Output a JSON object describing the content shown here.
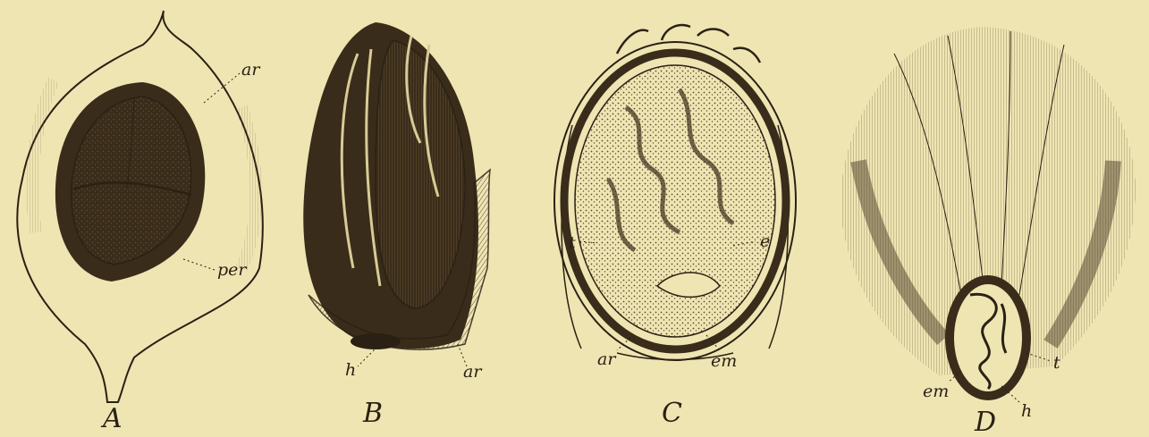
{
  "figures": [
    {
      "id": "A",
      "panel_letter": "A",
      "labels": {
        "ar": "ar",
        "per": "per"
      }
    },
    {
      "id": "B",
      "panel_letter": "B",
      "labels": {
        "h": "h",
        "ar": "ar"
      }
    },
    {
      "id": "C",
      "panel_letter": "C",
      "labels": {
        "t": "t",
        "e": "e",
        "ar": "ar",
        "em": "em"
      }
    },
    {
      "id": "D",
      "panel_letter": "D",
      "labels": {
        "em": "em",
        "h": "h",
        "t": "t"
      }
    }
  ],
  "colors": {
    "paper": "#efe5b3",
    "ink": "#2a2114",
    "shadow": "#3a2c1a",
    "midtone": "#8c7a55"
  }
}
